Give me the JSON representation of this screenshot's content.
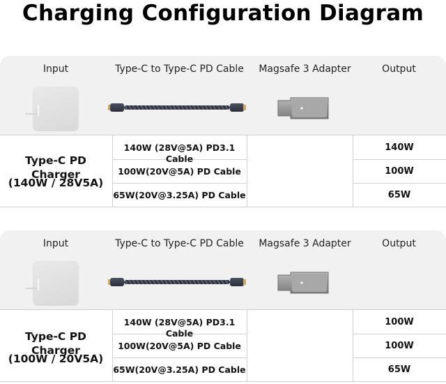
{
  "title": "Charging Configuration Diagram",
  "headers": {
    "input": "Input",
    "cable": "Type-C to Type-C PD Cable",
    "adapter": "Magsafe 3 Adapter",
    "output": "Output"
  },
  "sections": [
    {
      "charger_line1": "Type-C PD Charger",
      "charger_line2": "(140W / 28V5A)",
      "rows": [
        {
          "cable": "140W (28V@5A) PD3.1 Cable",
          "output": "140W"
        },
        {
          "cable": "100W(20V@5A) PD Cable",
          "output": "100W"
        },
        {
          "cable": "65W(20V@3.25A) PD Cable",
          "output": "65W"
        }
      ]
    },
    {
      "charger_line1": "Type-C PD Charger",
      "charger_line2": "(100W / 20V5A)",
      "rows": [
        {
          "cable": "140W (28V@5A) PD3.1 Cable",
          "output": "100W"
        },
        {
          "cable": "100W(20V@5A) PD Cable",
          "output": "100W"
        },
        {
          "cable": "65W(20V@3.25A) PD Cable",
          "output": "65W"
        }
      ]
    }
  ],
  "icons": {
    "charger": "power-adapter-icon",
    "cable": "usb-c-cable-icon",
    "adapter": "magsafe-adapter-icon"
  }
}
